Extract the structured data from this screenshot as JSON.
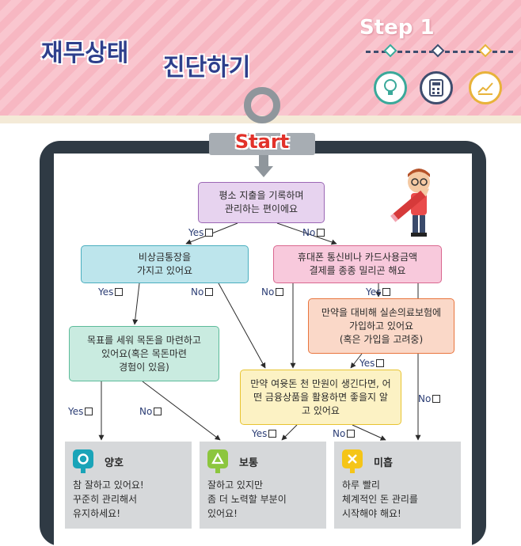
{
  "header": {
    "title_main": "재무상태",
    "title_sub": "진단하기",
    "step_label": "Step 1",
    "step_icons": [
      "lightbulb-icon",
      "calculator-icon",
      "chart-icon"
    ]
  },
  "start_label": "Start",
  "nodes": {
    "q1": "평소 지출을 기록하며\n관리하는 편이에요",
    "q2": "비상금통장을\n가지고 있어요",
    "q3": "휴대폰 통신비나 카드사용금액\n결제를 종종 밀리곤 해요",
    "q4": "만약을 대비해 실손의료보험에\n가입하고 있어요\n(혹은 가입을 고려중)",
    "q5": "목표를 세워 목돈을 마련하고\n있어요(혹은 목돈마련\n경험이 있음)",
    "q6": "만약 여윳돈 천 만원이 생긴다면, 어\n떤 금융상품을 활용하면 좋을지 알\n고 있어요"
  },
  "answers": {
    "yes": "Yes",
    "no": "No"
  },
  "results": [
    {
      "icon": "circle-icon",
      "color": "#1aa4b8",
      "title": "양호",
      "text": "참 잘하고 있어요!\n꾸준히 관리해서\n유지하세요!"
    },
    {
      "icon": "triangle-icon",
      "color": "#8cc63e",
      "title": "보통",
      "text": "잘하고 있지만\n좀 더 노력할 부분이\n있어요!"
    },
    {
      "icon": "x-icon",
      "color": "#f5c518",
      "title": "미흡",
      "text": "하루 빨리\n체계적인 돈 관리를\n시작해야 해요!"
    }
  ],
  "colors": {
    "header_pink": "#f7b7c2",
    "title_blue": "#2e3f8c",
    "start_red": "#e2322a",
    "board": "#2f3a44"
  }
}
